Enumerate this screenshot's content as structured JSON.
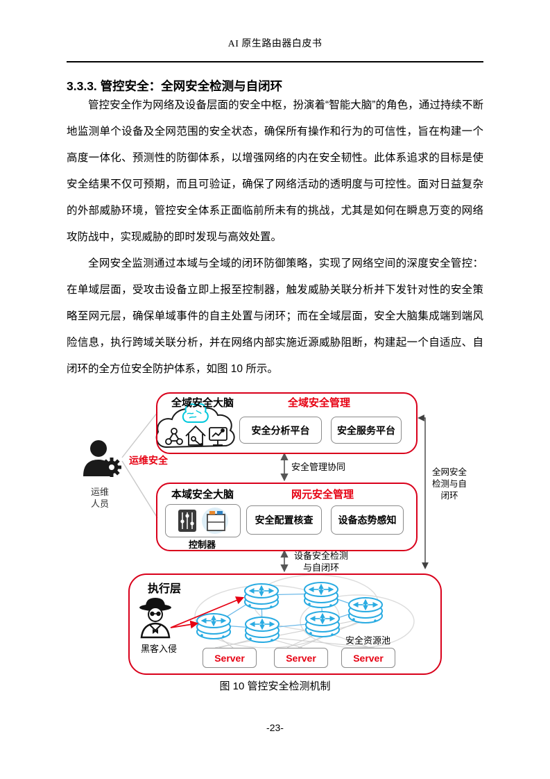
{
  "page": {
    "header": "AI 原生路由器白皮书",
    "footer": "-23-"
  },
  "section": {
    "heading": "3.3.3. 管控安全：全网安全检测与自闭环",
    "paragraphs": [
      "管控安全作为网络及设备层面的安全中枢，扮演着“智能大脑”的角色，通过持续不断地监测单个设备及全网范围的安全状态，确保所有操作和行为的可信性，旨在构建一个高度一体化、预测性的防御体系，以增强网络的内在安全韧性。此体系追求的目标是使安全结果不仅可预期，而且可验证，确保了网络活动的透明度与可控性。面对日益复杂的外部威胁环境，管控安全体系正面临前所未有的挑战，尤其是如何在瞬息万变的网络攻防战中，实现威胁的即时发现与高效处置。",
      "全网安全监测通过本域与全域的闭环防御策略，实现了网络空间的深度安全管控：在单域层面，受攻击设备立即上报至控制器，触发威胁关联分析并下发针对性的安全策略至网元层，确保单域事件的自主处置与闭环；而在全域层面，安全大脑集成端到端风险信息，执行跨域关联分析，并在网络内部实施近源威胁阻断，构建起一个自适应、自闭环的全方位安全防护体系，如图 10 所示。"
    ]
  },
  "figure": {
    "caption": "图 10 管控安全检测机制",
    "ops": {
      "security_label": "运维安全",
      "person_label": "运维\n人员"
    },
    "global_brain": {
      "title": "全域安全大脑",
      "mgmt": "全域安全管理",
      "platforms": [
        "安全分析平台",
        "安全服务平台"
      ]
    },
    "coord_label": "安全管理协同",
    "local_brain": {
      "title": "本域安全大脑",
      "mgmt": "网元安全管理",
      "controller_label": "控制器",
      "items": [
        "安全配置核查",
        "设备态势感知"
      ]
    },
    "device_loop_label": "设备安全检测\n与自闭环",
    "net_loop_label": "全网安全\n检测与自\n闭环",
    "exec_layer": {
      "title": "执行层",
      "hacker_label": "黑客入侵",
      "pool_label": "安全资源池",
      "servers": [
        "Server",
        "Server",
        "Server"
      ]
    },
    "icons": {
      "ops": "person-gear-icon",
      "global_brain": "cloud-brain-icon",
      "cloud_inner": [
        "network-icon",
        "house-tools-icon",
        "monitor-icon"
      ],
      "controller": [
        "sliders-icon",
        "storage-icon"
      ],
      "attacker": "hacker-icon",
      "device": "router-icon"
    },
    "colors": {
      "red_border": "#d9001b",
      "red_text": "#e60012",
      "router_blue": "#29abe2",
      "brain_cyan": "#00c8dc"
    }
  }
}
